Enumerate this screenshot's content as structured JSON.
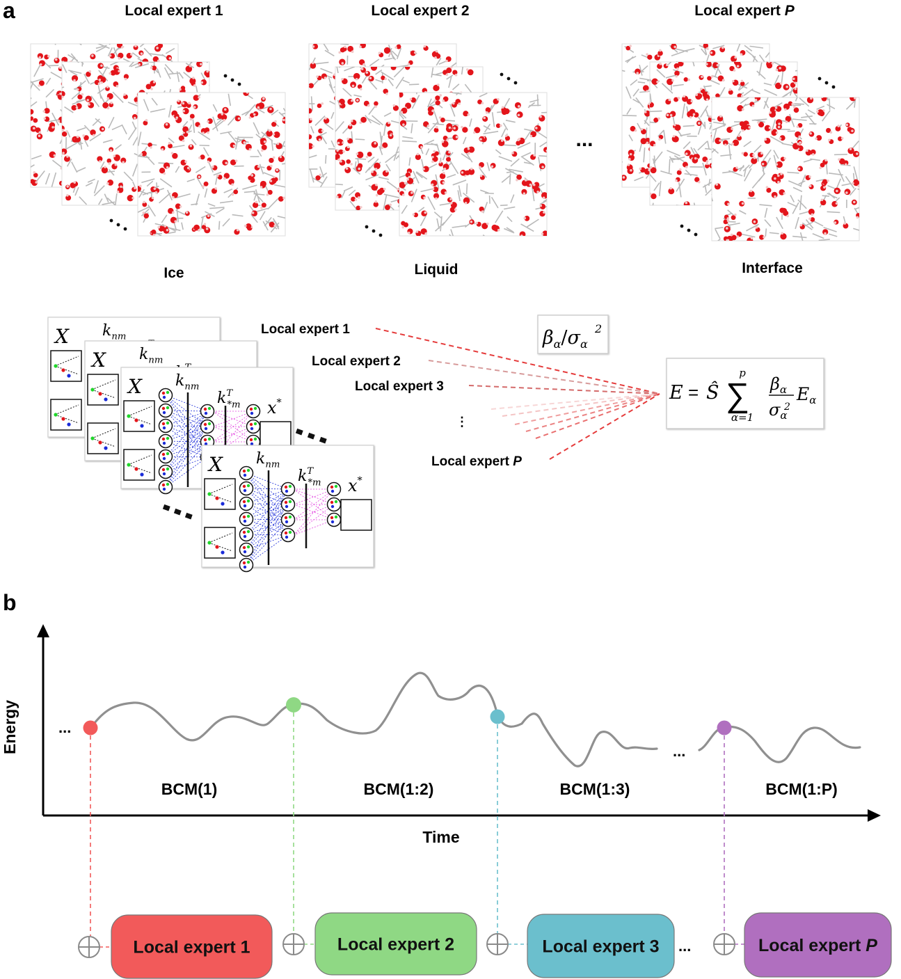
{
  "panel_a": {
    "letter": "a",
    "expert_headers": [
      {
        "text": "Local expert 1"
      },
      {
        "text": "Local expert 2"
      },
      {
        "text": "Local expert ",
        "italic": "P"
      }
    ],
    "phases": [
      "Ice",
      "Liquid",
      "Interface"
    ],
    "between_ellipsis": "...",
    "gp_labels": {
      "X": "X",
      "knm": "k",
      "knm_sub": "nm",
      "kT": "k",
      "kT_sup": "T",
      "kT_sub": "*m",
      "xstar": "x",
      "xstar_sup": "*"
    },
    "right_expert_labels": [
      "Local expert 1",
      "Local expert 2",
      "Local expert 3",
      "Local expert "
    ],
    "right_expert_italic": "P",
    "vertical_ellipsis": "⋮",
    "weight_formula": {
      "beta": "β",
      "alpha": "α",
      "slash": "/",
      "sigma": "σ",
      "sq": "2"
    },
    "energy_formula": {
      "E": "E",
      "eq": "=",
      "S": "Ŝ",
      "sum": "∑",
      "sum_top": "p",
      "sum_bottom": "α=1",
      "beta": "β",
      "alpha": "α",
      "sigma": "σ",
      "sq": "2",
      "E_alpha": "E"
    }
  },
  "panel_b": {
    "letter": "b",
    "y_axis_label": "Energy",
    "x_axis_label": "Time",
    "segments": [
      "BCM(1)",
      "BCM(1:2)",
      "BCM(1:3)",
      "BCM(1:P)"
    ],
    "left_ellipsis": "...",
    "mid_ellipsis": "...",
    "boxes": [
      {
        "prefix": "Local expert ",
        "suffix": "1",
        "italic": false,
        "color": "#f25a5a"
      },
      {
        "prefix": "Local expert ",
        "suffix": "2",
        "italic": false,
        "color": "#8fd884"
      },
      {
        "prefix": "Local expert ",
        "suffix": "3",
        "italic": false,
        "color": "#6bbfcd"
      },
      {
        "prefix": "Local expert ",
        "suffix": "P",
        "italic": true,
        "color": "#b06fbf"
      }
    ],
    "box_ellipsis": "...",
    "colors": {
      "curve": "#909090",
      "marker_red": "#f25a5a",
      "marker_green": "#8fd884",
      "marker_cyan": "#6bbfcd",
      "marker_purple": "#b06fbf"
    }
  }
}
